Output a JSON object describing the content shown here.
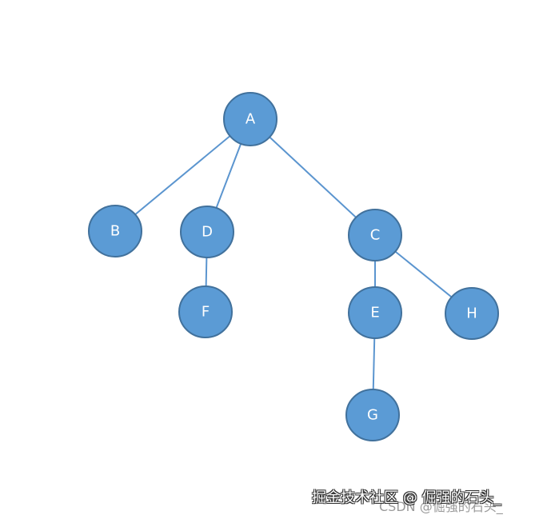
{
  "colors": {
    "node_fill": "#5b9bd5",
    "node_stroke": "#41719c",
    "edge": "#5b95cf",
    "label": "#ffffff",
    "background": "#ffffff"
  },
  "tree": {
    "nodes": [
      {
        "id": "A",
        "label": "A"
      },
      {
        "id": "B",
        "label": "B"
      },
      {
        "id": "D",
        "label": "D"
      },
      {
        "id": "C",
        "label": "C"
      },
      {
        "id": "F",
        "label": "F"
      },
      {
        "id": "E",
        "label": "E"
      },
      {
        "id": "H",
        "label": "H"
      },
      {
        "id": "G",
        "label": "G"
      }
    ],
    "edges": [
      {
        "from": "A",
        "to": "B"
      },
      {
        "from": "A",
        "to": "D"
      },
      {
        "from": "A",
        "to": "C"
      },
      {
        "from": "D",
        "to": "F"
      },
      {
        "from": "C",
        "to": "E"
      },
      {
        "from": "C",
        "to": "H"
      },
      {
        "from": "E",
        "to": "G"
      }
    ]
  },
  "watermark": {
    "front_text": "掘金技术社区 @ 倔强的石头_",
    "back_text": "CSDN @倔强的石头_"
  }
}
